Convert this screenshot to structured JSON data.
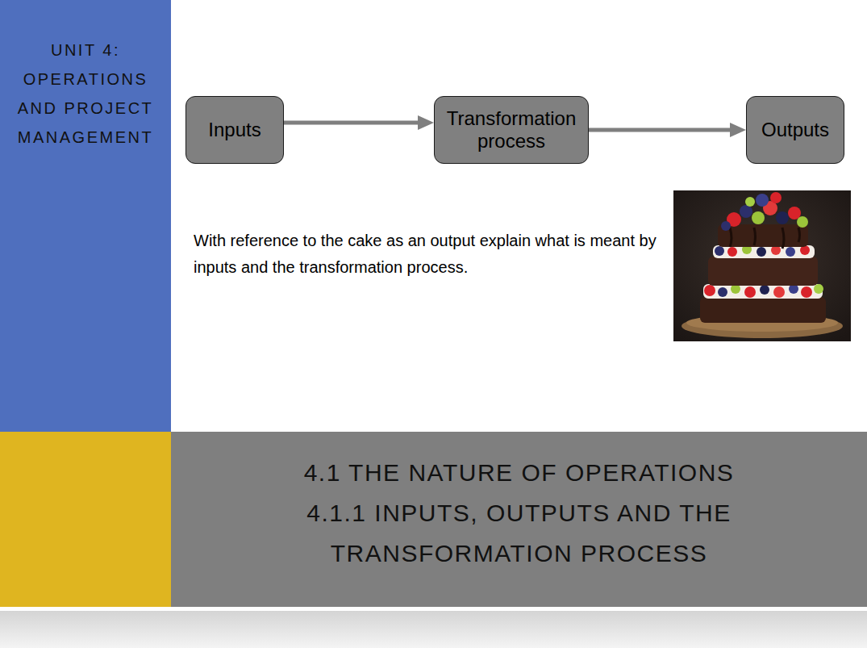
{
  "diagram": {
    "nodes": [
      {
        "text": [
          "UNIT 4: OPERATIONS AND PROJECT MANAGEMENT"
        ]
      },
      {
        "text": [
          "Inputs"
        ]
      },
      {
        "text": [
          "Transformation process"
        ]
      },
      {
        "text": [
          "Outputs"
        ]
      },
      {
        "text": [
          "4.1 THE NATURE OF OPERATIONS",
          "4.1.1 INPUTS, OUTPUTS AND THE TRANSFORMATION PROCESS"
        ]
      }
    ],
    "edges": [
      {
        "from": 1,
        "to": 2,
        "arrow": "to"
      },
      {
        "from": 2,
        "to": 3,
        "arrow": "to"
      }
    ],
    "labels": [
      "With reference to the cake as an output explain what is meant by inputs and the transformation process."
    ]
  }
}
